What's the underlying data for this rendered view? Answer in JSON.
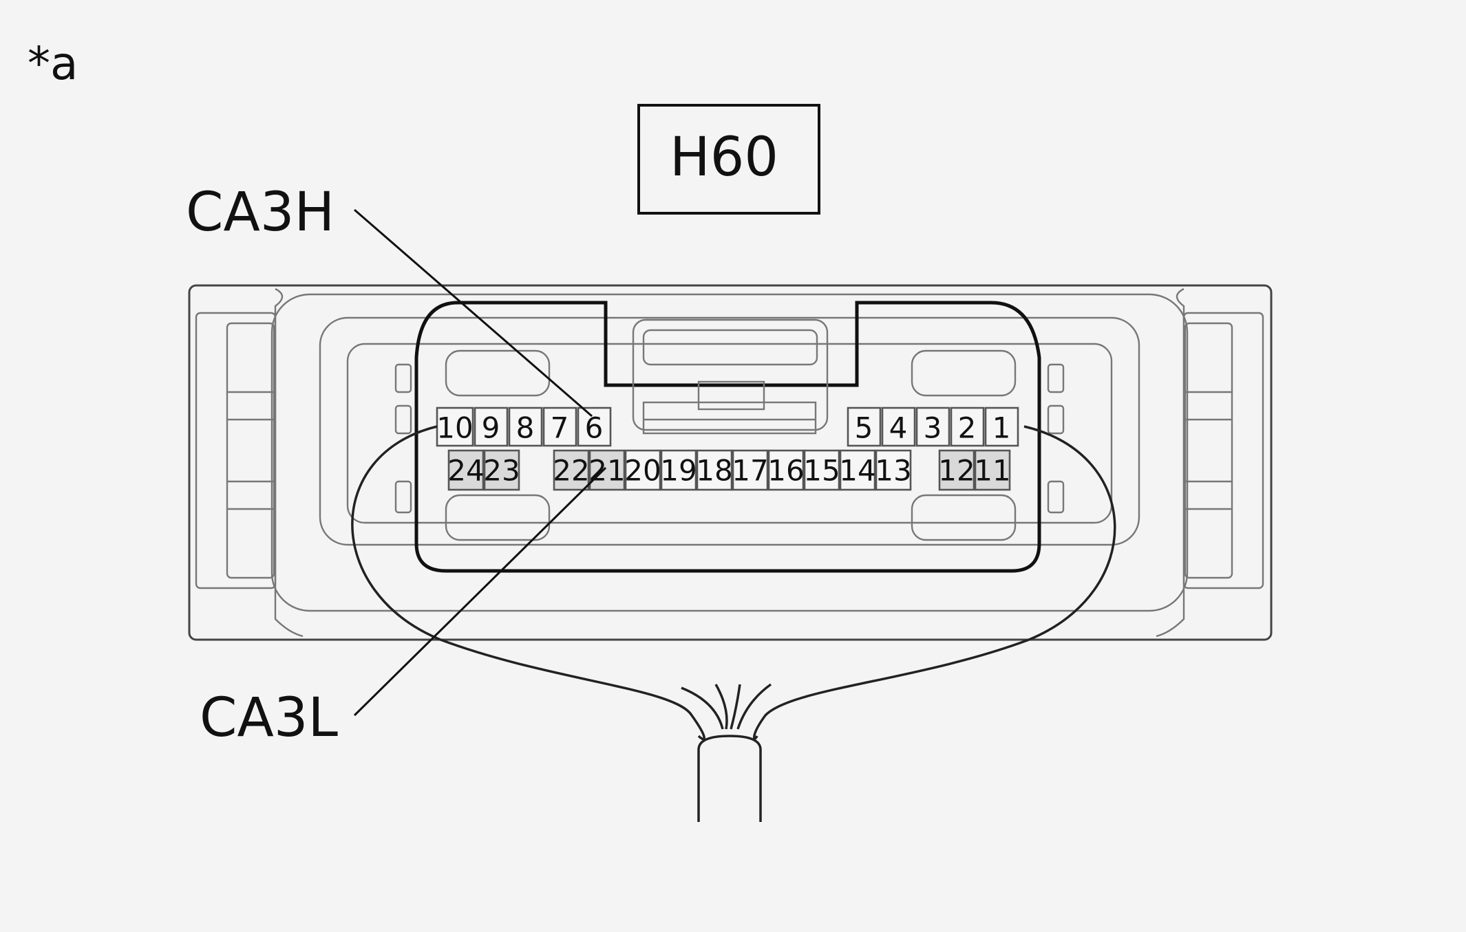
{
  "labels": {
    "view": "*a",
    "connector": "H60",
    "high_line": "CA3H",
    "low_line": "CA3L"
  },
  "pins": {
    "top_left": [
      "10",
      "9",
      "8",
      "7",
      "6"
    ],
    "top_right": [
      "5",
      "4",
      "3",
      "2",
      "1"
    ],
    "bottom_left": [
      "24",
      "23"
    ],
    "bottom_mid": [
      "22",
      "21",
      "20",
      "19",
      "18",
      "17",
      "16",
      "15",
      "14",
      "13"
    ],
    "bottom_right": [
      "12",
      "11"
    ]
  },
  "colors": {
    "background": "#f4f4f4",
    "line": "#111111"
  }
}
